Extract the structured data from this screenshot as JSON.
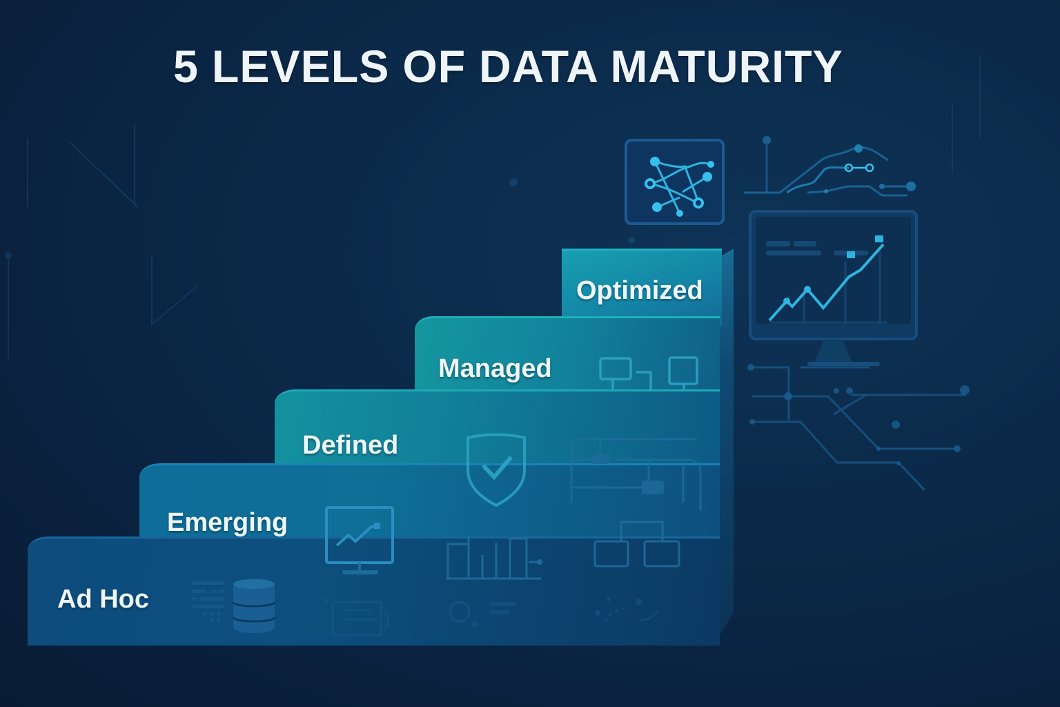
{
  "title": "5 LEVELS OF DATA MATURITY",
  "levels": [
    {
      "index": 1,
      "label": "Ad Hoc",
      "icon": "database-icon",
      "color": "#0d4b7a"
    },
    {
      "index": 2,
      "label": "Emerging",
      "icon": "monitor-chart-icon",
      "color": "#0f5f8e"
    },
    {
      "index": 3,
      "label": "Defined",
      "icon": "shield-check-icon",
      "color": "#118099"
    },
    {
      "index": 4,
      "label": "Managed",
      "icon": "flowchart-icon",
      "color": "#13919f"
    },
    {
      "index": 5,
      "label": "Optimized",
      "icon": "network-graph-icon",
      "color": "#1492a5"
    }
  ],
  "decor": {
    "top_icon": "network-graph-icon",
    "dashboard": "monitor-line-chart-icon"
  },
  "colors": {
    "background": "#0b2a4a",
    "accent": "#2fb4e0",
    "title": "#eef4f8"
  }
}
